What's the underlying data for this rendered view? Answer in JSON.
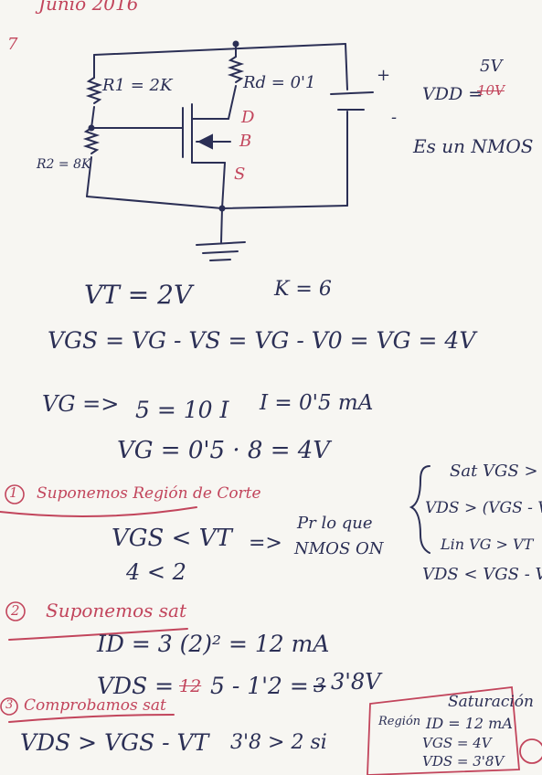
{
  "header": {
    "date": "Junio 2016",
    "problem_number": "7"
  },
  "circuit": {
    "r1_label": "R1 = 2K",
    "rd_label": "Rd = 0'1",
    "r2_label": "R2 = 8K",
    "source_plus": "+",
    "source_minus": "-",
    "drain_label": "D",
    "bulk_label": "B",
    "source_label": "S"
  },
  "side_notes": {
    "vdd_label": "VDD =",
    "vdd_value": "5V",
    "vdd_struck": "10V",
    "type_note": "Es un NMOS"
  },
  "equations": {
    "vt": "VT = 2V",
    "k": "K = 6",
    "vgs": "VGS = VG - VS = VG - V0 = VG = 4V",
    "vg_label": "VG =>",
    "ohm": "5 = 10 I",
    "current": "I = 0'5 mA",
    "vg_calc": "VG = 0'5 · 8 = 4V"
  },
  "step1": {
    "number": "1",
    "title": "Suponemos Región de Corte",
    "ineq1": "VGS < VT",
    "ineq2": "4 < 2",
    "arrow": "=>",
    "conclusion_l1": "Pr lo que",
    "conclusion_l2": "NMOS ON"
  },
  "conditions": {
    "line1": "Sat VGS > VT",
    "line2": "VDS > (VGS - VT)",
    "line3": "Lin VG > VT",
    "line4": "VDS < VGS - VT"
  },
  "step2": {
    "number": "2",
    "title": "Suponemos sat",
    "id_eq": "ID = 3 (2)² = 12 mA",
    "vds_prefix": "VDS =",
    "vds_struck": "12",
    "vds_eq": "5 - 1'2 =",
    "vds_struck2": "3",
    "vds_result": "3'8V"
  },
  "step3": {
    "number": "3",
    "title": "Comprobamos sat",
    "check": "VDS > VGS - VT",
    "check_values": "3'8 > 2 si"
  },
  "result_box": {
    "title_l1": "Región",
    "title_l2": "Saturación",
    "id": "ID = 12 mA",
    "vgs": "VGS = 4V",
    "vds": "VDS = 3'8V"
  }
}
